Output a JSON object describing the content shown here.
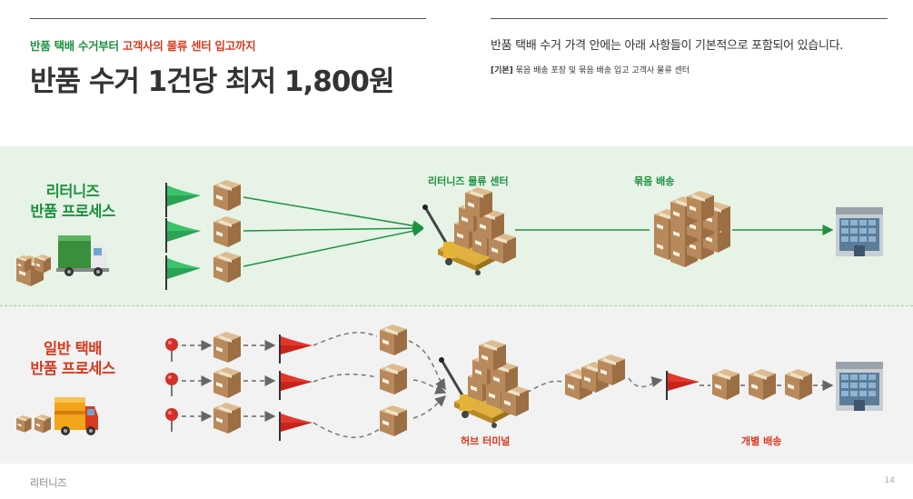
{
  "header": {
    "subtitle_green": "반품 택배 수거부터",
    "subtitle_red": "고객사의 물류 센터 입고까지",
    "title": "반품 수거 1건당 최저 1,800원",
    "description": "반품 택배 수거 가격 안에는 아래 사항들이 기본적으로 포함되어 있습니다.",
    "note_tag": "[기본]",
    "note_text": "묶음 배송 포장 및 묶음 배송 입고  고객사 물류 센터"
  },
  "returnizz_process": {
    "title_line1": "리터니즈",
    "title_line2": "반품 프로세스",
    "stage_center": "리터니즈 물류 센터",
    "stage_bundle": "묶음 배송",
    "color": "#1e9140"
  },
  "general_process": {
    "title_line1": "일반 택배",
    "title_line2": "반품 프로세스",
    "stage_hub": "허브 터미널",
    "stage_individual": "개별 배송",
    "color": "#d83a1f"
  },
  "footer": {
    "brand": "리터니즈",
    "page_number": "14"
  },
  "icons": [
    "green-flag-icon",
    "red-flag-icon",
    "pin-icon",
    "box-icon",
    "pallet-jack-icon",
    "box-stack-icon",
    "building-icon",
    "green-truck-icon",
    "yellow-truck-icon"
  ]
}
